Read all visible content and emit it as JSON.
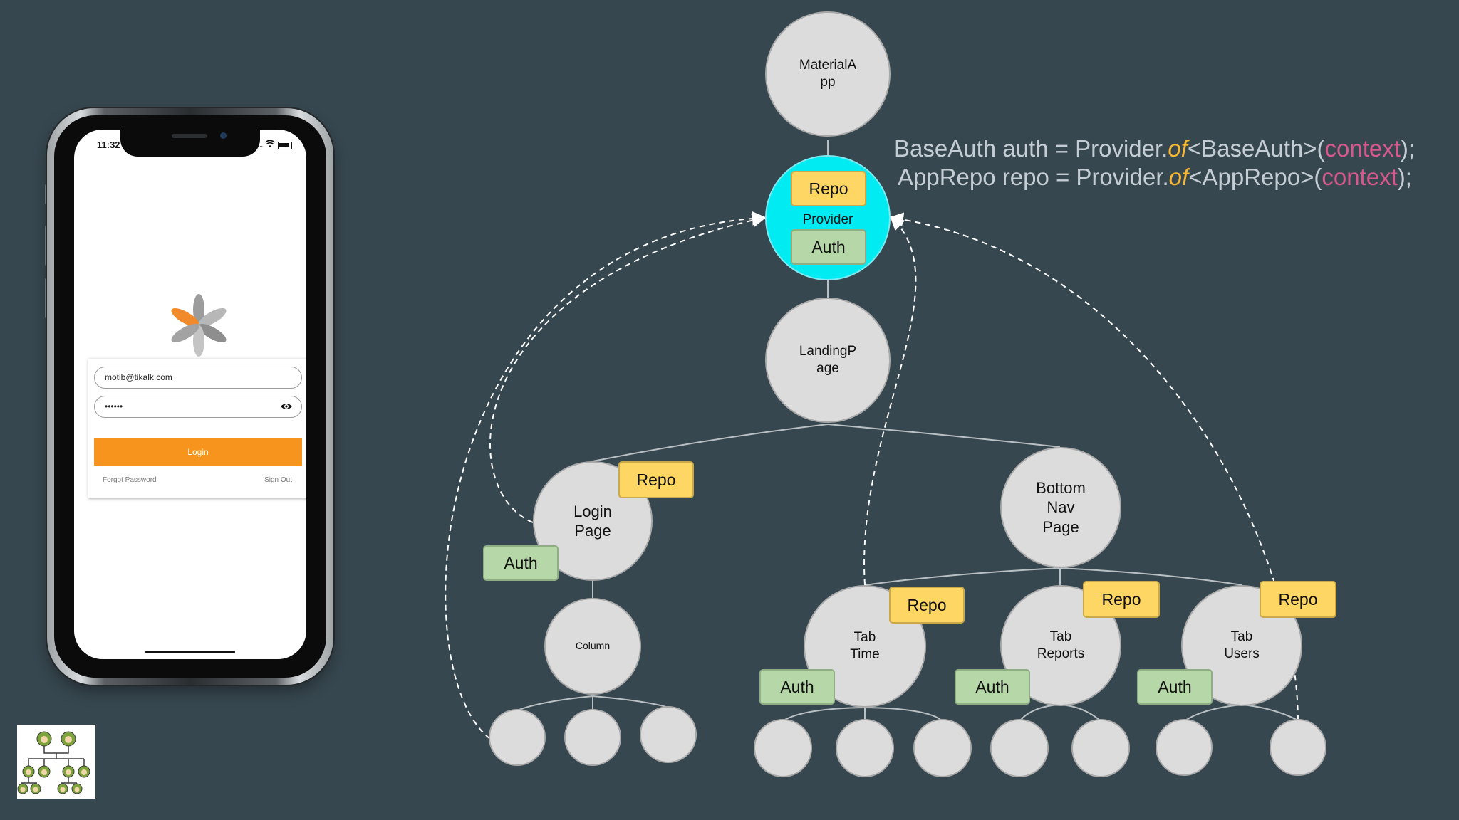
{
  "phone": {
    "status_time": "11:32",
    "email_value": "motib@tikalk.com",
    "password_value": "••••••",
    "login_label": "Login",
    "forgot_label": "Forgot Password",
    "signout_label": "Sign Out",
    "accent_color": "#f7941d",
    "icons": [
      "wifi-icon",
      "battery-icon",
      "eye-icon",
      "flower-logo-icon"
    ]
  },
  "code": {
    "line1": {
      "pre": "BaseAuth auth = Provider.",
      "kw": "of",
      "mid": "<BaseAuth>(",
      "ctx": "context",
      "post": ");"
    },
    "line2": {
      "pre": "AppRepo repo = Provider.",
      "kw": "of",
      "mid": "<AppRepo>(",
      "ctx": "context",
      "post": ");"
    }
  },
  "tree": {
    "material_app": "MaterialA\npp",
    "provider": {
      "label": "Provider",
      "repo": "Repo",
      "auth": "Auth"
    },
    "landing_page": "LandingP\nage",
    "login_page": {
      "label": "Login\nPage",
      "repo": "Repo",
      "auth": "Auth"
    },
    "column": "Column",
    "bottom_nav_page": "Bottom\nNav\nPage",
    "tab_time": {
      "label": "Tab\nTime",
      "repo": "Repo",
      "auth": "Auth"
    },
    "tab_reports": {
      "label": "Tab\nReports",
      "repo": "Repo",
      "auth": "Auth"
    },
    "tab_users": {
      "label": "Tab\nUsers",
      "repo": "Repo",
      "auth": "Auth"
    }
  },
  "colors": {
    "background": "#37474f",
    "provider_node": "#00ecf2",
    "repo_chip": "#fdd663",
    "auth_chip": "#b6d7a8",
    "node": "#dcdcdc",
    "context_keyword": "#d6588d",
    "of_keyword": "#f7b733"
  }
}
